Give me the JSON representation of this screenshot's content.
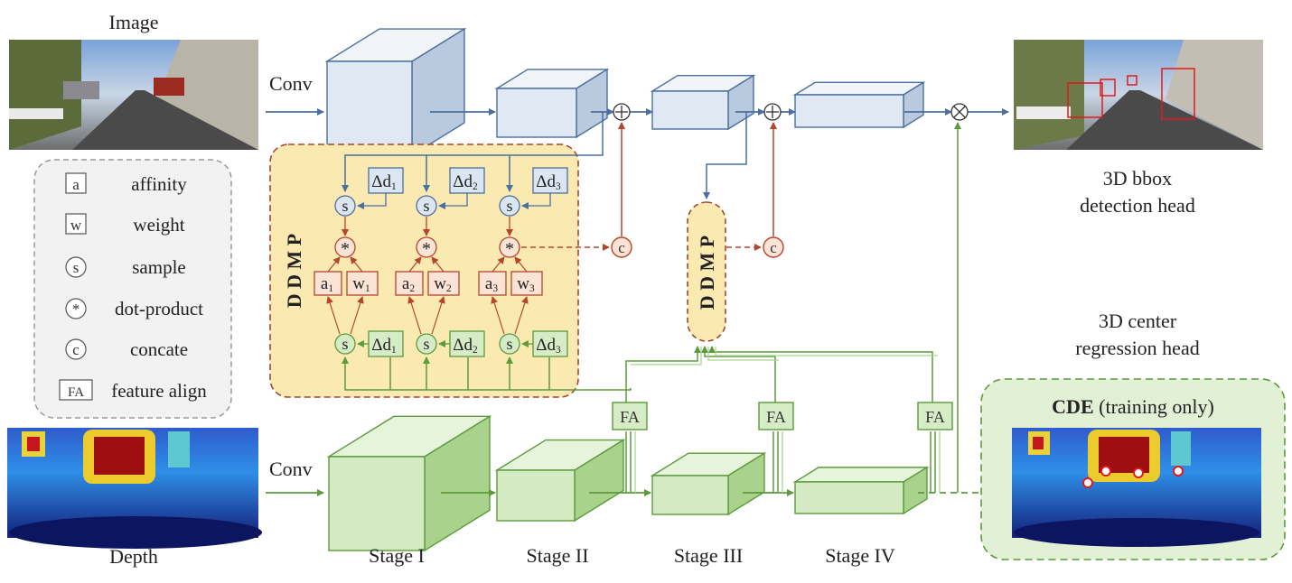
{
  "labels": {
    "image": "Image",
    "depth": "Depth",
    "conv_top": "Conv",
    "conv_bottom": "Conv",
    "det_head_1": "3D bbox",
    "det_head_2": "detection head",
    "center_head_1": "3D center",
    "center_head_2": "regression head",
    "ddmp_big": "D D M P",
    "ddmp_small": "D D M P",
    "fa": "FA",
    "cde_title_bold": "CDE",
    "cde_title_rest": " (training only)"
  },
  "stages": [
    "Stage I",
    "Stage II",
    "Stage III",
    "Stage IV"
  ],
  "legend": [
    {
      "symbol": "a",
      "shape": "square",
      "label": "affinity"
    },
    {
      "symbol": "w",
      "shape": "square",
      "label": "weight"
    },
    {
      "symbol": "s",
      "shape": "circle",
      "label": "sample"
    },
    {
      "symbol": "*",
      "shape": "circle",
      "label": "dot-product"
    },
    {
      "symbol": "c",
      "shape": "circle",
      "label": "concate"
    },
    {
      "symbol": "FA",
      "shape": "square",
      "label": "feature align"
    }
  ],
  "ddmp_columns": [
    {
      "delta": "Δd",
      "delta_sub": "1",
      "a": "a",
      "a_sub": "1",
      "w": "w",
      "w_sub": "1"
    },
    {
      "delta": "Δd",
      "delta_sub": "2",
      "a": "a",
      "a_sub": "2",
      "w": "w",
      "w_sub": "2"
    },
    {
      "delta": "Δd",
      "delta_sub": "3",
      "a": "a",
      "a_sub": "3",
      "w": "w",
      "w_sub": "3"
    }
  ],
  "symbols": {
    "sample": "s",
    "dot": "*",
    "concat": "c",
    "plus": "+",
    "times": "×"
  },
  "colors": {
    "blue_line": "#4a6fa0",
    "blue_fill": "#dce6f2",
    "green_line": "#5c9a3c",
    "green_fill": "#d6ecc6",
    "red_line": "#b5452d",
    "ddmp_fill": "#fbe9b2",
    "cde_fill": "#e2f0d5"
  }
}
